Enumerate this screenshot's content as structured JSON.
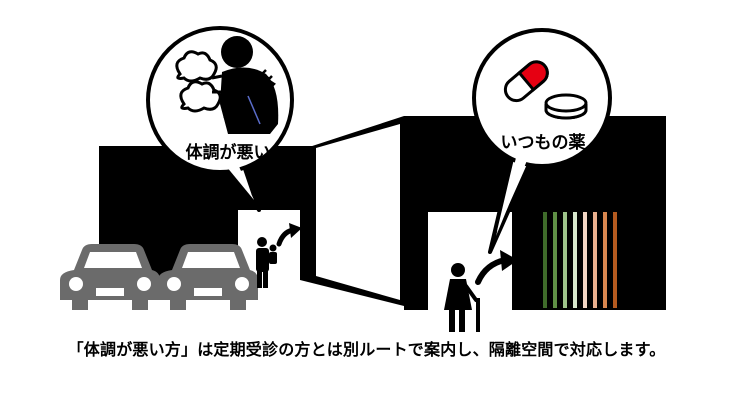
{
  "bubble_left": {
    "label": "体調が悪い"
  },
  "bubble_right": {
    "label": "いつもの薬"
  },
  "caption": "「体調が悪い方」は定期受診の方とは別ルートで案内し、隔離空間で対応します。",
  "colors": {
    "building": "#000000",
    "car": "#6b6b6b",
    "stripes": [
      "#3f6b2a",
      "#5f8f45",
      "#9ec48a",
      "#d8e7cc",
      "#f2d6c4",
      "#eab08e",
      "#d9874f",
      "#b45a1f"
    ]
  }
}
